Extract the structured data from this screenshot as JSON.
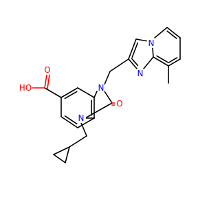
{
  "structure": {
    "atom_labels": {
      "n1": "N",
      "n3": "N",
      "n_imid": "N",
      "n_bridge": "N",
      "o_keto": "O",
      "o_acid_dbl": "O",
      "oh": "HO"
    },
    "colors": {
      "carbon": "#000000",
      "nitrogen": "#0000ff",
      "oxygen": "#ff0000"
    }
  }
}
